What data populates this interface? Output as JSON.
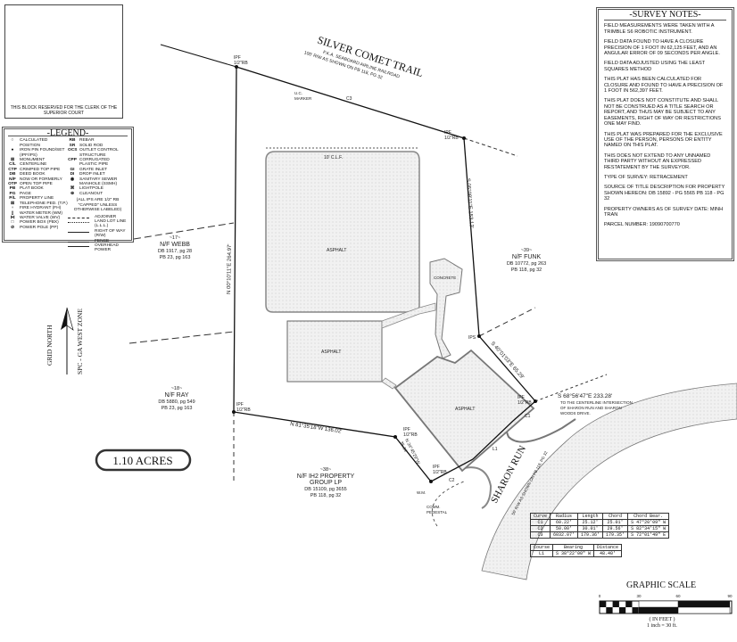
{
  "clerk_block": "THIS BLOCK RESERVED FOR THE CLERK OF THE SUPERIOR COURT",
  "survey_notes": {
    "title": "-SURVEY NOTES-",
    "items": [
      "FIELD MEASUREMENTS WERE TAKEN WITH A TRIMBLE S6 ROBOTIC INSTRUMENT.",
      "FIELD DATA FOUND TO HAVE A CLOSURE PRECISION OF 1 FOOT IN 62,125 FEET, AND AN ANGULAR ERROR OF 09 SECONDS PER ANGLE.",
      "FIELD DATA ADJUSTED USING THE LEAST SQUARES METHOD",
      "THIS PLAT HAS BEEN CALCULATED FOR CLOSURE AND FOUND TO HAVE A PRECISION OF 1 FOOT IN 562,397 FEET.",
      "THIS PLAT DOES NOT CONSTITUTE AND SHALL NOT BE CONSTRUED AS A TITLE SEARCH OR REPORT, AND THUS MAY BE SUBJECT TO ANY EASEMENTS, RIGHT OF WAY OR RESTRICTIONS ONE MAY FIND.",
      "THIS PLAT WAS PREPARED FOR THE EXCLUSIVE USE OF THE PERSON, PERSONS OR ENTITY NAMED ON THIS PLAT.",
      "THIS DOES NOT EXTEND TO ANY UNNAMED THIRD PARTY WITHOUT AN EXPRESSED RESTATEMENT BY THE SURVEYOR.",
      "TYPE OF SURVEY: RETRACEMENT",
      "SOURCE OF TITLE DESCRIPTION FOR PROPERTY SHOWN HEREON: DB 15892 - PG 5565 PB 118 - PG 32",
      "PROPERTY OWNERS AS OF SURVEY DATE: MINH TRAN",
      "PARCEL NUMBER: 19090700770"
    ]
  },
  "legend": {
    "title": "-LEGEND-",
    "left": [
      {
        "sym": "○",
        "label": "CALCULATED POSITION"
      },
      {
        "sym": "●",
        "label": "IRON PIN FOUND/SET (IPF/IPS)"
      },
      {
        "sym": "⊠",
        "label": "MONUMENT"
      },
      {
        "sym": "C/L",
        "label": "CENTERLINE"
      },
      {
        "sym": "CTP",
        "label": "CRIMPED TOP PIPE"
      },
      {
        "sym": "DB",
        "label": "DEED BOOK"
      },
      {
        "sym": "N/F",
        "label": "NOW OR FORMERLY"
      },
      {
        "sym": "OTP",
        "label": "OPEN TOP PIPE"
      },
      {
        "sym": "PB",
        "label": "PLAT BOOK"
      },
      {
        "sym": "PG",
        "label": "PAGE"
      },
      {
        "sym": "P/L",
        "label": "PROPERTY LINE"
      },
      {
        "sym": "⊠",
        "label": "TELEPHONE PED. (T.P.)"
      },
      {
        "sym": "♆",
        "label": "FIRE HYDRANT (FH)"
      },
      {
        "sym": "▯",
        "label": "WATER METER (WM)"
      },
      {
        "sym": "⋈",
        "label": "WATER VALVE (WV)"
      },
      {
        "sym": "□",
        "label": "POWER BOX (PBX)"
      },
      {
        "sym": "⊘",
        "label": "POWER POLE (PP)"
      }
    ],
    "right": [
      {
        "sym": "RB",
        "label": "REBAR"
      },
      {
        "sym": "SR",
        "label": "SOLID ROD"
      },
      {
        "sym": "OCS",
        "label": "OUTLET CONTROL STRUCTURE"
      },
      {
        "sym": "CPP",
        "label": "CORRUGATED PLASTIC PIPE"
      },
      {
        "sym": "GI",
        "label": "GRATE INLET"
      },
      {
        "sym": "DI",
        "label": "DROP INLET"
      },
      {
        "sym": "◉",
        "label": "SANITARY SEWER MANHOLE (SSMH)"
      },
      {
        "sym": "⌘",
        "label": "LIGHTPOLE"
      },
      {
        "sym": "⊕",
        "label": "CLEANOUT"
      }
    ],
    "ips_note": "(ALL IPS ARE 1/2\" RB \"CAPPED\" UNLESS OTHERWISE LABELED)",
    "lines": [
      "ADJOINER",
      "LAND LOT LINE (L.L.L.)",
      "RIGHT OF WAY (R/W)",
      "FENCE",
      "OVERHEAD POWER"
    ]
  },
  "map": {
    "trail_name": "SILVER COMET TRAIL",
    "trail_sub1": "F.K.A. SEABOARD AIRLINE RAILROAD",
    "trail_sub2": "100' R/W AS SHOWN ON PB 118, PG 32",
    "uc_marker": "U.C.",
    "uc_marker2": "MARKER",
    "c3": "C3",
    "c1": "C1",
    "c2": "C2",
    "l1": "L1",
    "ipf": "IPF",
    "rb": "1/2\"RB",
    "ips": "IPS",
    "clf": "10' C.L.F.",
    "asphalt": "ASPHALT",
    "concrete": "CONCRETE",
    "west_bearing": "N 00°10'11\"E 264.97'",
    "east_bearing": "S 05°08'11\"E 153.13'",
    "se_bearing": "S 40°01'03\"E 65.29'",
    "south_bearing": "N 81°35'18\"W 136.02'",
    "sw_bearing": "N 24°45'29\"W",
    "sw_dist": "35.14'",
    "centerline_bearing": "S 68°56'47\"E 233.28'",
    "centerline_note1": "TO THE CENTERLINE INTERSECTION",
    "centerline_note2": "OF SHARON RUN AND SHARON",
    "centerline_note3": "WOODS DRIVE.",
    "sharon_run": "SHARON RUN",
    "sharon_sub": "50' R/W AS SHOWN ON PB 118, PG 32",
    "comm1": "COMM.",
    "comm2": "PEDESTAL",
    "wm": "W.M.",
    "acres": "1.10 ACRES",
    "grid_north": "GRID NORTH",
    "spc_zone": "SPC - GA WEST ZONE",
    "parcels": [
      {
        "num": "~17~",
        "name": "N/F WEBB",
        "db": "DB 1917, pg 28",
        "pb": "PB 23, pg 163"
      },
      {
        "num": "~18~",
        "name": "N/F RAY",
        "db": "DB 5880, pg 549",
        "pb": "PB 23, pg 163"
      },
      {
        "num": "~39~",
        "name": "N/F FUNK",
        "db": "DB 10772, pg 263",
        "pb": "PB 118, pg 32"
      },
      {
        "num": "~38~",
        "name": "N/F IH2 PROPERTY",
        "name2": "GROUP LP",
        "db": "DB 15109, pg 3655",
        "pb": "PB 118, pg 32"
      }
    ]
  },
  "curve_table": {
    "headers": [
      "Curve",
      "Radius",
      "Length",
      "Chord",
      "Chord Bear."
    ],
    "rows": [
      [
        "C1",
        "60.22'",
        "25.12'",
        "25.01'",
        "S 47°20'09\" W"
      ],
      [
        "C2",
        "50.00'",
        "30.01'",
        "29.56'",
        "S 82°34'15\" W"
      ],
      [
        "C3",
        "6032.07'",
        "179.36'",
        "179.35'",
        "S 72°01'49\" E"
      ]
    ]
  },
  "line_table": {
    "headers": [
      "Course",
      "Bearing",
      "Distance"
    ],
    "rows": [
      [
        "L1",
        "S 38°22'00\" W",
        "48.40'"
      ]
    ]
  },
  "graphic_scale": {
    "title": "GRAPHIC SCALE",
    "ticks": [
      "0",
      "30",
      "60",
      "90"
    ],
    "unit": "( IN FEET )",
    "ratio": "1 inch = 30 ft."
  }
}
